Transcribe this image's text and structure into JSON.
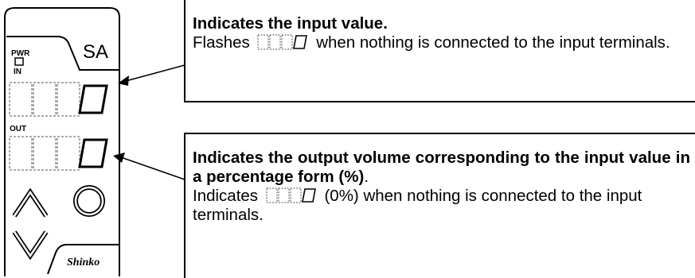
{
  "device": {
    "model_label": "SA",
    "pwr_label": "PWR",
    "in_label": "IN",
    "out_label": "OUT",
    "brand_label": "Shinko",
    "input_display_digit": "0",
    "output_display_digit": "0",
    "up_key_icon": "up-chevron",
    "down_key_icon": "down-chevron",
    "mode_key_icon": "circular-arrow"
  },
  "callouts": {
    "input": {
      "heading": "Indicates the input value.",
      "text_before": "Flashes",
      "text_after": "when nothing is connected to the input terminals."
    },
    "output": {
      "heading": "Indicates the output volume corresponding to the input value in a percentage form (%)",
      "heading_end": ".",
      "text_before": "Indicates",
      "text_after": "(0%) when nothing is connected to the input terminals."
    }
  },
  "colors": {
    "line": "#000000",
    "dash": "#555555",
    "background": "#ffffff"
  }
}
